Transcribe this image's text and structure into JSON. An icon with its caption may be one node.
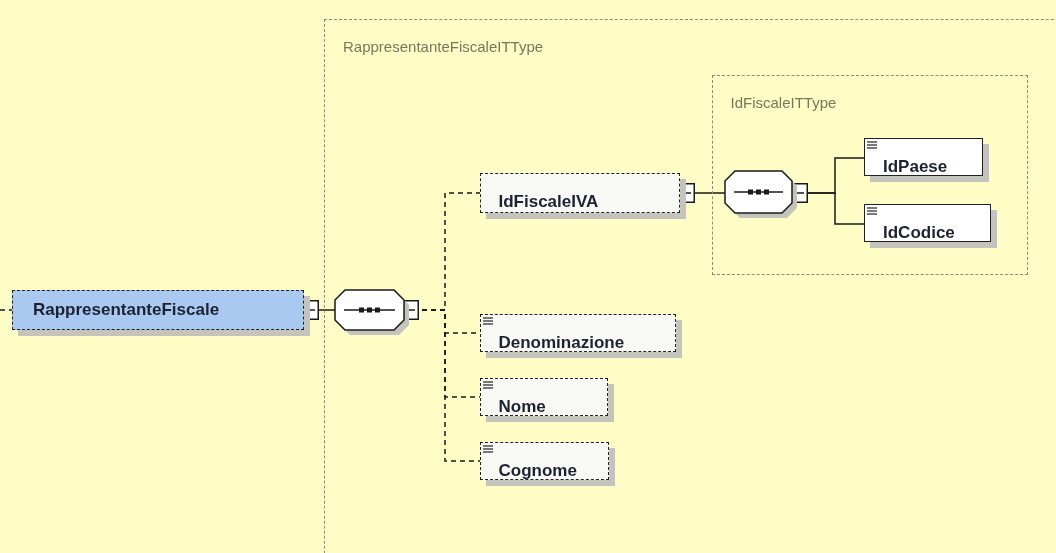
{
  "diagram": {
    "nodes": [
      {
        "text": [
          "RappresentanteFiscaleITType"
        ]
      },
      {
        "text": [
          "RappresentanteFiscale"
        ]
      },
      {
        "text": [],
        "shape": "octagon",
        "in": 0
      },
      {
        "text": [
          "IdFiscaleIVA"
        ],
        "in": 0
      },
      {
        "text": [
          "IdFiscaleITType"
        ],
        "in": 0
      },
      {
        "text": [],
        "shape": "octagon",
        "in": 4
      },
      {
        "text": [
          "IdPaese"
        ],
        "in": 4
      },
      {
        "text": [
          "IdCodice"
        ],
        "in": 4
      },
      {
        "text": [
          "Denominazione"
        ],
        "in": 0
      },
      {
        "text": [
          "Nome"
        ],
        "in": 0
      },
      {
        "text": [
          "Cognome"
        ],
        "in": 0
      }
    ],
    "edges": [
      {
        "from": null,
        "to": 1,
        "arrow": "none",
        "style": "dashed"
      },
      {
        "from": 1,
        "to": 2,
        "arrow": "other"
      },
      {
        "from": 2,
        "to": 3,
        "arrow": "other",
        "style": "dashed"
      },
      {
        "from": 2,
        "to": 8,
        "arrow": "other",
        "style": "dashed"
      },
      {
        "from": 2,
        "to": 9,
        "arrow": "other",
        "style": "dashed"
      },
      {
        "from": 2,
        "to": 10,
        "arrow": "other",
        "style": "dashed"
      },
      {
        "from": 3,
        "to": 5,
        "arrow": "other"
      },
      {
        "from": 5,
        "to": 6,
        "arrow": "other"
      },
      {
        "from": 5,
        "to": 7,
        "arrow": "other"
      }
    ]
  }
}
